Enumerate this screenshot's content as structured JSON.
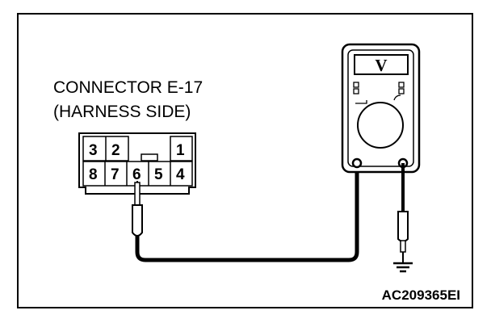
{
  "connector": {
    "title_line1": "CONNECTOR E-17",
    "title_line2": "(HARNESS SIDE)",
    "pins_top": [
      "3",
      "2",
      "1"
    ],
    "pins_bottom": [
      "8",
      "7",
      "6",
      "5",
      "4"
    ],
    "probed_pin": "6"
  },
  "meter": {
    "display_symbol": "V",
    "icon": "multimeter-icon"
  },
  "ground_icon": "ground-symbol-icon",
  "figure_id": "AC209365EI",
  "colors": {
    "line": "#000000",
    "background": "#ffffff"
  }
}
